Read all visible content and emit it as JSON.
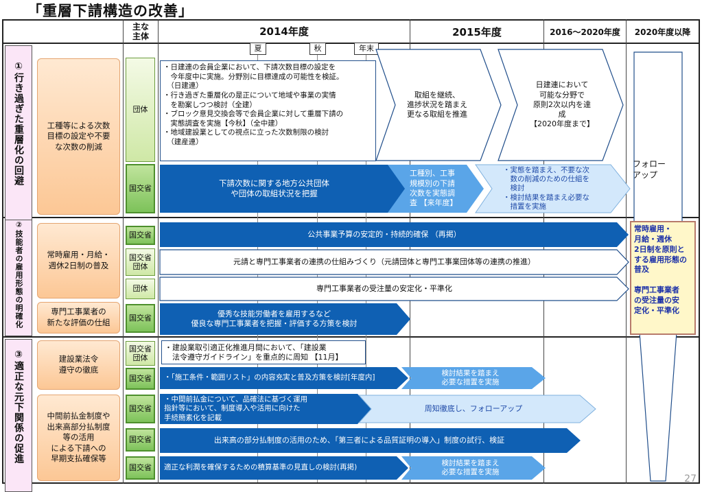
{
  "title": "「重層下請構造の改善」",
  "header": {
    "actor": "主な\n主体",
    "y2014": "2014年度",
    "y2015": "2015年度",
    "y2016": "2016～2020年度",
    "y2020": "2020年度以降",
    "summer": "夏",
    "autumn": "秋",
    "yearend": "年末"
  },
  "sections": {
    "s1": "①行き過ぎた重層化の回避",
    "s2": "②技能者の雇用形態の明確化",
    "s3": "③適正な元下関係の促進"
  },
  "topics": {
    "t1": "工種等による次数\n目標の設定や不要\nな次数の削減",
    "t2": "常時雇用・月給・\n週休2日制の普及",
    "t3": "専門工事業者の\n新たな評価の仕組",
    "t4": "建設業法令\n遵守の徹底",
    "t5": "中間前払金制度や\n出来高部分払制度\n等の活用\nによる下請への\n早期支払確保等"
  },
  "actors": {
    "org": "団体",
    "mlit": "国交省",
    "both": "国交省\n団体"
  },
  "rows": {
    "r1_box": "・日建連の会員企業において、下請次数目標の設定を\n　今年度中に実施。分野別に目標達成の可能性を検証。\n　（日建連）\n・行き過ぎた重層化の是正について地域や事業の実情\n　を勘案しつつ検討（全建）\n・ブロック意見交換会等で会員企業に対して重層下請の\n　実態調査を実施【今秋】（全中建）\n・地域建設業としての視点に立った次数制限の検討\n　（建産連）",
    "r1_2015": "取組を継続、\n進捗状況を踏まえ\n更なる取組を推進",
    "r1_2016": "日建連において\n可能な分野で\n原則2次以内を達\n成\n【2020年度まで】",
    "r2_main": "下請次数に関する地方公共団体\nや団体の取組状況を把握",
    "r2_survey": "工種別、工事\n規模別の下請\n次数を実態調\n査 【来年度】",
    "r2_next": "・実態を踏まえ、不要な次\n　数の削減のための仕組を\n　検討\n・検討結果を踏まえ必要な\n　措置を実施",
    "followup": "フォロー\nアップ",
    "r3": "公共事業予算の安定的・持続的確保 （再掲）",
    "r4": "元請と専門工事業者の連携の仕組みづくり（元請団体と専門工事業団体等の連携の推進）",
    "r5": "専門工事業者の受注量の安定化・平準化",
    "r6": "優秀な技能労働者を雇用するなど\n優良な専門工事業者を把握・評価する方策を検討",
    "yellow": "常時雇用・\n月給・週休\n2日制を原則と\nする雇用形態の\n普及\n\n専門工事業者\nの受注量の安\n定化・平準化",
    "r7": "・建設業取引適正化推進月間において、「建設業\n　法令遵守ガイドライン」を重点的に周知 【11月】",
    "r8": "・「施工条件・範囲リスト」の内容充実と普及方策を検討[年度内]",
    "r8_next": "検討結果を踏まえ\n必要な措置を実施",
    "r9": "・中間前払金について、品確法に基づく運用\n指針等において、制度導入や活用に向けた\n手続簡素化を記載",
    "r9_next": "周知徹底し、フォローアップ",
    "r10": "出来高の部分払制度の活用のため、「第三者による品質証明の導入」制度の試行、検証",
    "r11": "適正な利潤を確保するための積算基準の見直しの検討(再掲)",
    "r11_next": "検討結果を踏まえ\n必要な措置を実施"
  },
  "page_number": "27"
}
